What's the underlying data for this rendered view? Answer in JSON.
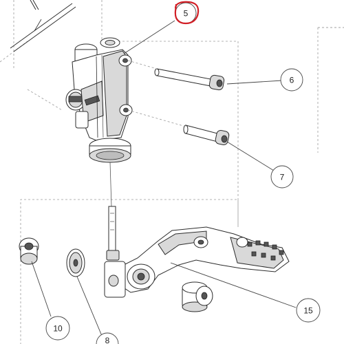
{
  "diagram": {
    "callouts": [
      {
        "id": "5",
        "label": "5",
        "highlighted": true
      },
      {
        "id": "6",
        "label": "6",
        "highlighted": false
      },
      {
        "id": "7",
        "label": "7",
        "highlighted": false
      },
      {
        "id": "10",
        "label": "10",
        "highlighted": false
      },
      {
        "id": "15",
        "label": "15",
        "highlighted": false
      },
      {
        "id": "8",
        "label": "8",
        "highlighted": false
      }
    ],
    "highlight_color": "#d21f26",
    "line_color": "#2b2b2b",
    "shade_color": "#d9d9d9"
  }
}
